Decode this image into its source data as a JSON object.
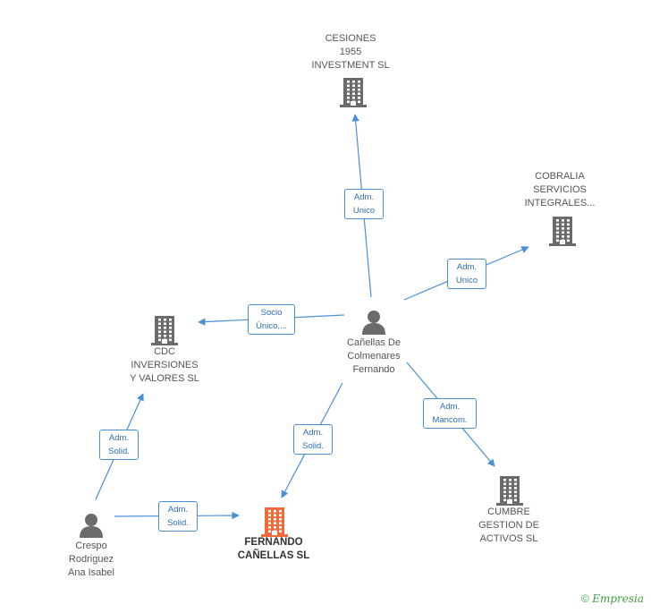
{
  "nodes": [
    {
      "id": "cesiones",
      "type": "company",
      "label": "CESIONES\n1955\nINVESTMENT SL",
      "main": false
    },
    {
      "id": "cobralia",
      "type": "company",
      "label": "COBRALIA\nSERVICIOS\nINTEGRALES...",
      "main": false
    },
    {
      "id": "cdc",
      "type": "company",
      "label": "CDC\nINVERSIONES\nY VALORES SL",
      "main": false
    },
    {
      "id": "canellas_person",
      "type": "person",
      "label": "Cañellas De\nColmenares\nFernando",
      "main": false
    },
    {
      "id": "cumbre",
      "type": "company",
      "label": "CUMBRE\nGESTION DE\nACTIVOS  SL",
      "main": false
    },
    {
      "id": "crespo",
      "type": "person",
      "label": "Crespo\nRodriguez\nAna Isabel",
      "main": false
    },
    {
      "id": "fernando_sl",
      "type": "company",
      "label": "FERNANDO\nCAÑELLAS SL",
      "main": true
    }
  ],
  "edges": [
    {
      "from": "canellas_person",
      "to": "cesiones",
      "label": "Adm.\nUnico"
    },
    {
      "from": "canellas_person",
      "to": "cobralia",
      "label": "Adm.\nUnico"
    },
    {
      "from": "canellas_person",
      "to": "cdc",
      "label": "Socio\nÚnico,..."
    },
    {
      "from": "canellas_person",
      "to": "fernando_sl",
      "label": "Adm.\nSolid."
    },
    {
      "from": "canellas_person",
      "to": "cumbre",
      "label": "Adm.\nMancom."
    },
    {
      "from": "crespo",
      "to": "cdc",
      "label": "Adm.\nSolid."
    },
    {
      "from": "crespo",
      "to": "fernando_sl",
      "label": "Adm.\nSolid."
    }
  ],
  "footer": {
    "copyright": "©",
    "brand": "Empresia"
  },
  "colors": {
    "company": "#6b6b6b",
    "main_company": "#f26a3a",
    "person": "#6b6b6b",
    "edge": "#4a8fd6"
  }
}
